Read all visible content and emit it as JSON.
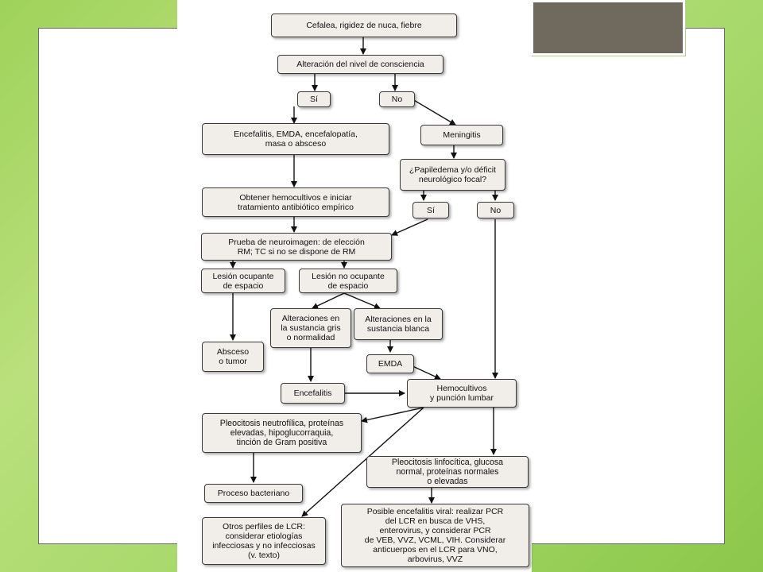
{
  "flowchart": {
    "nodes": {
      "cefalea": "Cefalea, rigidez de nuca, fiebre",
      "alteracion": "Alteración del nivel de consciencia",
      "si1": "Sí",
      "no1": "No",
      "encefalitis_emda": "Encefalitis, EMDA, encefalopatía,\nmasa o absceso",
      "meningitis": "Meningitis",
      "papiledema": "¿Papiledema y/o déficit\nneurológico focal?",
      "obtener": "Obtener hemocultivos e iniciar\ntratamiento antibiótico empírico",
      "si2": "Sí",
      "no2": "No",
      "prueba": "Prueba de neuroimagen: de elección\nRM; TC si no se dispone de RM",
      "lesion_ocupante": "Lesión ocupante\nde espacio",
      "lesion_no_ocupante": "Lesión no ocupante\nde espacio",
      "alt_gris": "Alteraciones en\nla sustancia gris\no normalidad",
      "alt_blanca": "Alteraciones en la\nsustancia blanca",
      "absceso": "Absceso\no tumor",
      "emda": "EMDA",
      "encefalitis": "Encefalitis",
      "hemocultivos": "Hemocultivos\ny punción lumbar",
      "pleocitosis_neutro": "Pleocitosis neutrofílica, proteínas\nelevadas, hipoglucorraquia,\ntinción de Gram positiva",
      "pleocitosis_linfo": "Pleocitosis linfocítica, glucosa\nnormal, proteínas normales\no elevadas",
      "proceso": "Proceso bacteriano",
      "otros": "Otros perfiles de LCR:\nconsiderar etiologías\ninfecciosas y no infecciosas\n(v. texto)",
      "posible": "Posible encefalitis viral: realizar PCR\ndel LCR en busca de VHS,\nenterovirus, y considerar PCR\nde VEB, VVZ, VCML, VIH. Considerar\nanticuerpos en el LCR para VNO,\narbovirus, VVZ"
    }
  }
}
